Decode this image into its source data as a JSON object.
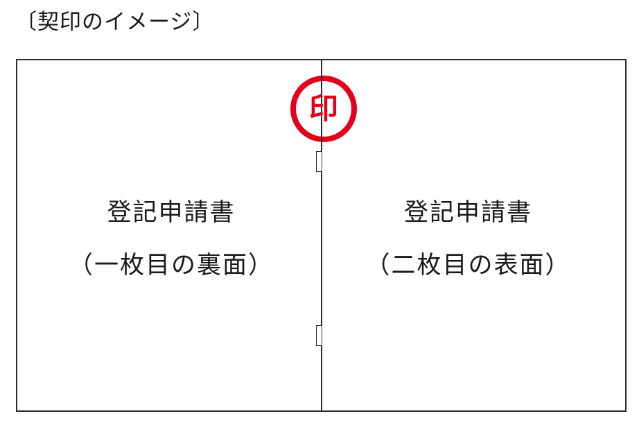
{
  "heading": "〔契印のイメージ〕",
  "left_page": {
    "title": "登記申請書",
    "subtitle": "（一枚目の裏面）"
  },
  "right_page": {
    "title": "登記申請書",
    "subtitle": "（二枚目の表面）"
  },
  "seal": {
    "character": "印",
    "color": "#e3001b"
  },
  "colors": {
    "line": "#2b2b2b",
    "text": "#1a1a1a"
  }
}
